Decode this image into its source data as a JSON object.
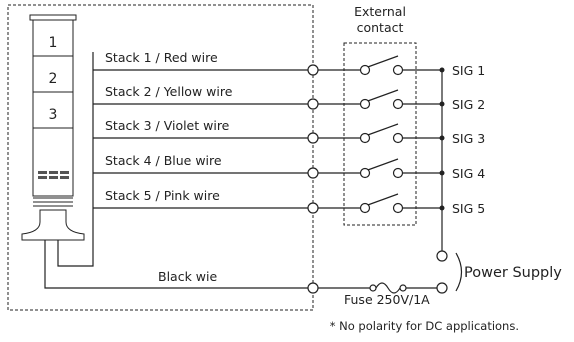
{
  "diagram": {
    "tower_tiers": [
      "1",
      "2",
      "3"
    ],
    "wires": [
      {
        "label": "Stack 1 / Red wire",
        "signal": "SIG 1"
      },
      {
        "label": "Stack 2 / Yellow wire",
        "signal": "SIG 2"
      },
      {
        "label": "Stack 3 / Violet wire",
        "signal": "SIG 3"
      },
      {
        "label": "Stack 4 / Blue wire",
        "signal": "SIG 4"
      },
      {
        "label": "Stack 5 / Pink wire",
        "signal": "SIG 5"
      }
    ],
    "common_wire_label": "Black wie",
    "external_contact_label": [
      "External",
      "contact"
    ],
    "power_supply_label": "Power Supply",
    "fuse_label": "Fuse 250V/1A",
    "footnote": "* No polarity for DC applications."
  }
}
